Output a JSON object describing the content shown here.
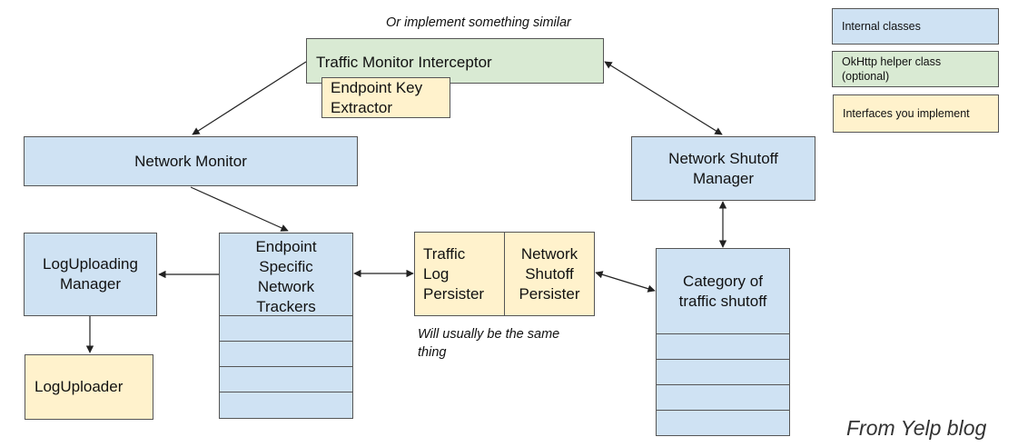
{
  "diagram": {
    "top_note": "Or implement something similar",
    "traffic_monitor_interceptor": "Traffic Monitor Interceptor",
    "endpoint_key_extractor": [
      "Endpoint Key",
      "Extractor"
    ],
    "network_monitor": "Network Monitor",
    "network_shutoff_manager": [
      "Network Shutoff",
      "Manager"
    ],
    "logupload_manager": [
      "LogUploading",
      "Manager"
    ],
    "log_uploader": "LogUploader",
    "endpoint_trackers": [
      "Endpoint",
      "Specific",
      "Network",
      "Trackers"
    ],
    "traffic_log_persister": [
      "Traffic",
      "Log",
      "Persister"
    ],
    "network_shutoff_persister": [
      "Network",
      "Shutoff",
      "Persister"
    ],
    "category_traffic_shutoff": [
      "Category of",
      "traffic shutoff"
    ],
    "same_thing_note": [
      "Will usually be the same",
      "thing"
    ],
    "credit": "From Yelp blog"
  },
  "legend": {
    "internal": "Internal classes",
    "okhttp": [
      "OkHttp helper class",
      "(optional)"
    ],
    "interfaces": "Interfaces you implement"
  },
  "colors": {
    "internal": "#cfe2f3",
    "helper": "#d9ead3",
    "interface": "#fff2cc"
  }
}
